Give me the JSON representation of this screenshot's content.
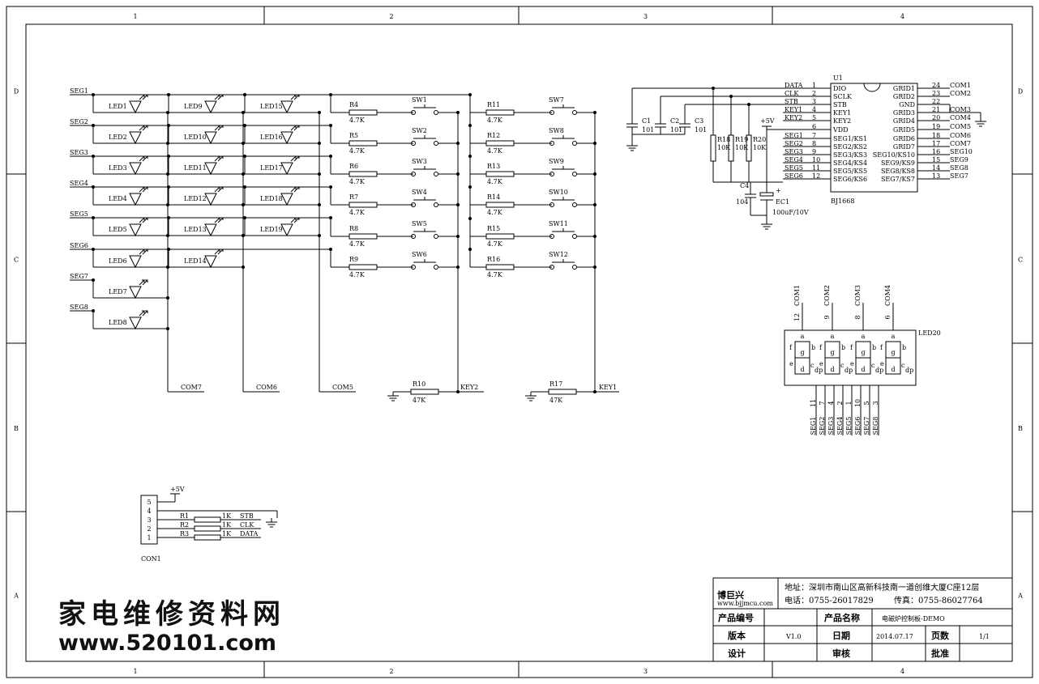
{
  "frame": {
    "columns": [
      "1",
      "2",
      "3",
      "4"
    ],
    "rows": [
      "D",
      "C",
      "B",
      "A"
    ]
  },
  "led_matrix": {
    "seg_labels": [
      "SEG1",
      "SEG2",
      "SEG3",
      "SEG4",
      "SEG5",
      "SEG6",
      "SEG7",
      "SEG8"
    ],
    "led_col1": [
      "LED1",
      "LED2",
      "LED3",
      "LED4",
      "LED5",
      "LED6",
      "LED7",
      "LED8"
    ],
    "led_col2": [
      "LED9",
      "LED10",
      "LED11",
      "LED12",
      "LED13",
      "LED14"
    ],
    "led_col3": [
      "LED15",
      "LED16",
      "LED17",
      "LED18",
      "LED19"
    ],
    "com_labels": [
      "COM7",
      "COM6",
      "COM5"
    ]
  },
  "key_matrix": {
    "resistors_a": [
      "R4",
      "R5",
      "R6",
      "R7",
      "R8",
      "R9"
    ],
    "resistors_b": [
      "R11",
      "R12",
      "R13",
      "R14",
      "R15",
      "R16"
    ],
    "resistor_value": "4.7K",
    "switches_a": [
      "SW1",
      "SW2",
      "SW3",
      "SW4",
      "SW5",
      "SW6"
    ],
    "switches_b": [
      "SW7",
      "SW8",
      "SW9",
      "SW10",
      "SW11",
      "SW12"
    ],
    "pulldown_a": {
      "ref": "R10",
      "value": "47K",
      "net": "KEY2"
    },
    "pulldown_b": {
      "ref": "R17",
      "value": "47K",
      "net": "KEY1"
    }
  },
  "ic": {
    "ref": "U1",
    "part": "BJ1668",
    "left_nets": [
      "DATA",
      "CLK",
      "STB",
      "KEY1",
      "KEY2",
      "",
      "SEG1",
      "SEG2",
      "SEG3",
      "SEG4",
      "SEG5",
      "SEG6"
    ],
    "left_pins": [
      "1",
      "2",
      "3",
      "4",
      "5",
      "6",
      "7",
      "8",
      "9",
      "10",
      "11",
      "12"
    ],
    "left_names": [
      "DIO",
      "SCLK",
      "STB",
      "KEY1",
      "KEY2",
      "VDD",
      "SEG1/KS1",
      "SEG2/KS2",
      "SEG3/KS3",
      "SEG4/KS4",
      "SEG5/KS5",
      "SEG6/KS6"
    ],
    "right_names": [
      "GRID1",
      "GRID2",
      "GND",
      "GRID3",
      "GRID4",
      "GRID5",
      "GRID6",
      "GRID7",
      "SEG10/KS10",
      "SEG9/KS9",
      "SEG8/KS8",
      "SEG7/KS7"
    ],
    "right_pins": [
      "24",
      "23",
      "22",
      "21",
      "20",
      "19",
      "18",
      "17",
      "16",
      "15",
      "14",
      "13"
    ],
    "right_nets": [
      "COM1",
      "COM2",
      "",
      "COM3",
      "COM4",
      "COM5",
      "COM6",
      "COM7",
      "SEG10",
      "SEG9",
      "SEG8",
      "SEG7"
    ]
  },
  "passives": {
    "caps": [
      {
        "ref": "C1",
        "value": "101"
      },
      {
        "ref": "C2",
        "value": "101"
      },
      {
        "ref": "C3",
        "value": "101"
      }
    ],
    "pullups": [
      {
        "ref": "R18",
        "value": "10K"
      },
      {
        "ref": "R19",
        "value": "10K"
      },
      {
        "ref": "R20",
        "value": "10K"
      }
    ],
    "c4": {
      "ref": "C4",
      "value": "104"
    },
    "ec1": {
      "ref": "EC1",
      "value": "100uF/10V"
    },
    "vcc": "+5V"
  },
  "display": {
    "ref": "LED20",
    "com_labels": [
      "COM1",
      "COM2",
      "COM3",
      "COM4"
    ],
    "com_pins": [
      "12",
      "9",
      "8",
      "6"
    ],
    "seg_names": [
      "a",
      "b",
      "c",
      "d",
      "e",
      "f",
      "g",
      "dp"
    ],
    "bottom_pins": [
      "11",
      "7",
      "4",
      "2",
      "1",
      "10",
      "5",
      "3"
    ],
    "bottom_nets": [
      "SEG1",
      "SEG2",
      "SEG3",
      "SEG4",
      "SEG5",
      "SEG6",
      "SEG7",
      "SEG8"
    ]
  },
  "connector": {
    "ref": "CON1",
    "pins": [
      "5",
      "4",
      "3",
      "2",
      "1"
    ],
    "vcc": "+5V",
    "resistors": [
      "R1",
      "R2",
      "R3"
    ],
    "value": "1K",
    "nets": [
      "STB",
      "CLK",
      "DATA"
    ]
  },
  "title_block": {
    "logo": "博巨兴",
    "logo_url": "www.bjjmcu.com",
    "address": "地址：深圳市南山区高新科技南一道创维大厦C座12层",
    "phone": "电话：0755-26017829",
    "fax": "传真：0755-86027764",
    "product_no_label": "产品编号",
    "product_name_label": "产品名称",
    "product_name": "电磁炉控制板-DEMO",
    "version_label": "版本",
    "version": "V1.0",
    "date_label": "日期",
    "date": "2014.07.17",
    "pages_label": "页数",
    "pages": "1/1",
    "design_label": "设计",
    "review_label": "审核",
    "approve_label": "批准"
  },
  "watermark": {
    "text": "家电维修资料网",
    "url": "www.520101.com"
  }
}
